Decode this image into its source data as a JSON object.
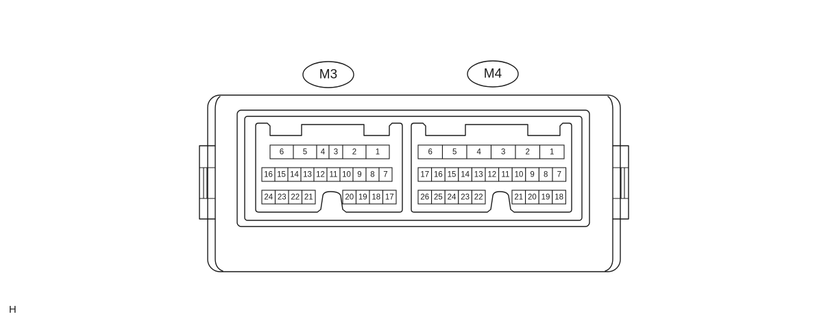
{
  "connectors": {
    "left": {
      "label": "M3",
      "row1": [
        "6",
        "5",
        "4",
        "3",
        "2",
        "1"
      ],
      "row2": [
        "16",
        "15",
        "14",
        "13",
        "12",
        "11",
        "10",
        "9",
        "8",
        "7"
      ],
      "row3_left": [
        "24",
        "23",
        "22",
        "21"
      ],
      "row3_right": [
        "20",
        "19",
        "18",
        "17"
      ]
    },
    "right": {
      "label": "M4",
      "row1": [
        "6",
        "5",
        "4",
        "3",
        "2",
        "1"
      ],
      "row2": [
        "17",
        "16",
        "15",
        "14",
        "13",
        "12",
        "11",
        "10",
        "9",
        "8",
        "7"
      ],
      "row3_left": [
        "26",
        "25",
        "24",
        "23",
        "22"
      ],
      "row3_right": [
        "21",
        "20",
        "19",
        "18"
      ]
    }
  },
  "corner_mark": "H"
}
